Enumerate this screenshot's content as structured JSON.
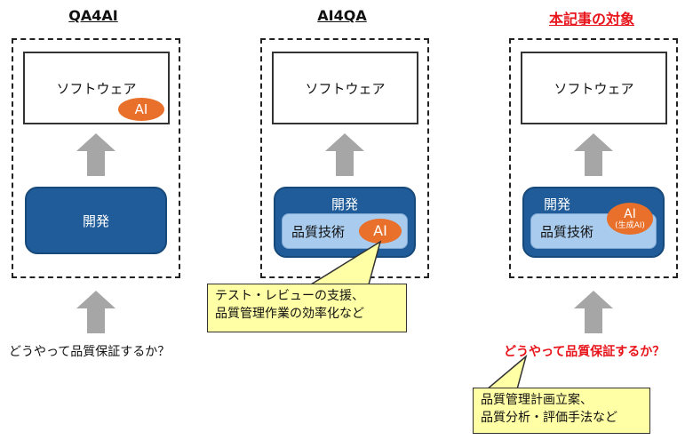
{
  "columns": [
    {
      "title": "QA4AI",
      "title_color": "#111111",
      "software_label": "ソフトウェア",
      "software_ai_badge": "AI",
      "dev_label": "開発",
      "question": "どうやって品質保証するか？"
    },
    {
      "title": "AI4QA",
      "title_color": "#111111",
      "software_label": "ソフトウェア",
      "dev_label": "開発",
      "quality_tech_label": "品質技術",
      "ai_badge": "AI",
      "callout_lines": [
        "テスト・レビューの支援、",
        "品質管理作業の効率化など"
      ]
    },
    {
      "title": "本記事の対象",
      "title_color": "#e8141b",
      "software_label": "ソフトウェア",
      "dev_label": "開発",
      "quality_tech_label": "品質技術",
      "ai_badge": "AI",
      "ai_badge_sub": "(生成AI)",
      "question": "どうやって品質保証するか？",
      "callout_lines": [
        "品質管理計画立案、",
        "品質分析・評価手法など"
      ]
    }
  ],
  "colors": {
    "dev_blue": "#1f5c99",
    "quality_light_blue": "#a9ccee",
    "ai_orange": "#e8702a",
    "arrow_gray": "#a6a6a6",
    "callout_yellow": "#ffffa5",
    "highlight_red": "#e8141b"
  }
}
